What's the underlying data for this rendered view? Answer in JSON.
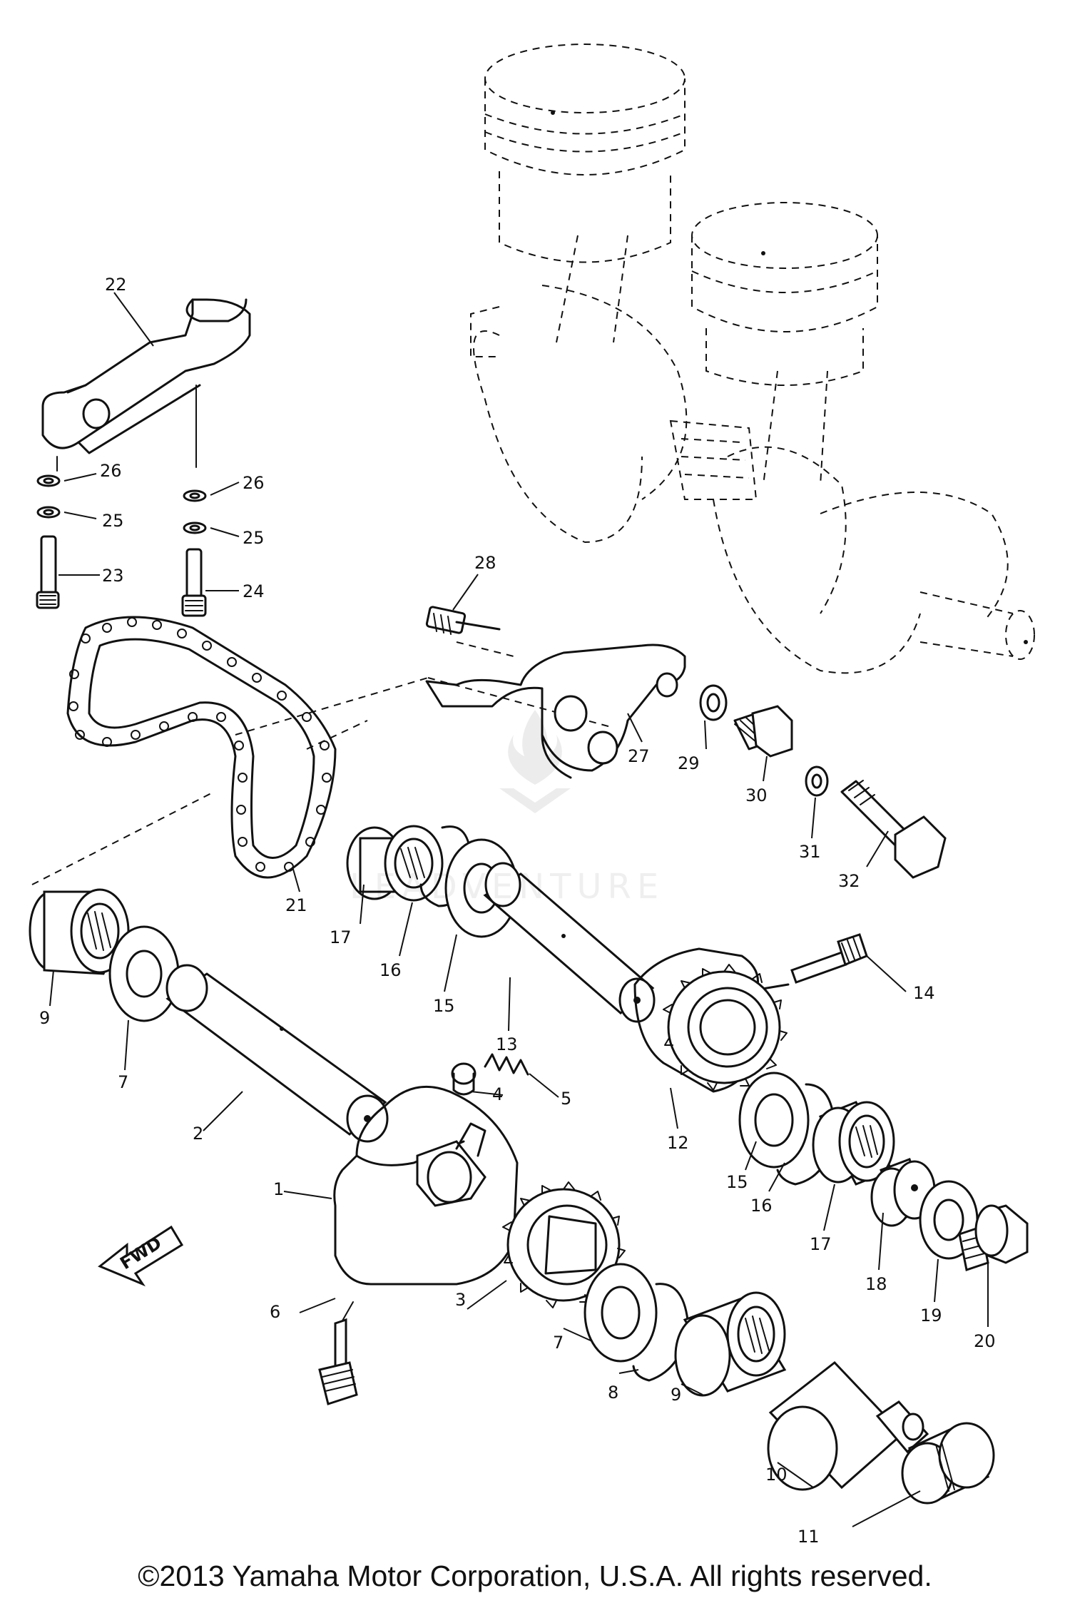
{
  "copyright": "©2013 Yamaha Motor Corporation, U.S.A. All rights reserved.",
  "watermark": "LEADVENTURE",
  "fwd_label": "FWD",
  "callouts": [
    "1",
    "2",
    "3",
    "4",
    "5",
    "6",
    "7",
    "7",
    "8",
    "9",
    "9",
    "10",
    "11",
    "12",
    "13",
    "14",
    "15",
    "15",
    "16",
    "16",
    "17",
    "17",
    "18",
    "19",
    "20",
    "21",
    "22",
    "23",
    "24",
    "25",
    "25",
    "26",
    "26",
    "27",
    "28",
    "29",
    "30",
    "31",
    "32"
  ]
}
